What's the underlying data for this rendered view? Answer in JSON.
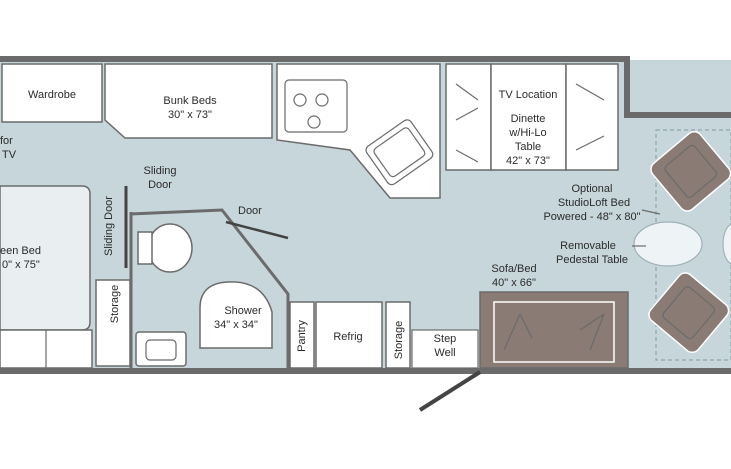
{
  "floorplan": {
    "colors": {
      "floor": "#c7d6db",
      "wall": "#6b6b6b",
      "cabinet": "#ffffff",
      "seat": "#8a7b74"
    },
    "rooms": {
      "wardrobe": "Wardrobe",
      "bunk_beds": "Bunk Beds",
      "bunk_beds_size": "30\" x 73\"",
      "tv_for_1": "for",
      "tv_for_2": "TV",
      "sliding_door_upper_1": "Sliding",
      "sliding_door_upper_2": "Door",
      "sliding_door_vertical": "Sliding Door",
      "door": "Door",
      "queen_bed": "een Bed",
      "queen_bed_size": "0\" x 75\"",
      "storage_left": "Storage",
      "shower": "Shower",
      "shower_size": "34\" x 34\"",
      "pantry": "Pantry",
      "refrig": "Refrig",
      "storage_mid": "Storage",
      "step_well_1": "Step",
      "step_well_2": "Well",
      "tv_location": "TV Location",
      "dinette_1": "Dinette",
      "dinette_2": "w/Hi-Lo",
      "dinette_3": "Table",
      "dinette_size": "42\" x 73\"",
      "loft_1": "Optional",
      "loft_2": "StudioLoft Bed",
      "loft_3": "Powered - 48\" x 80\"",
      "pedestal_1": "Removable",
      "pedestal_2": "Pedestal Table",
      "sofa": "Sofa/Bed",
      "sofa_size": "40\" x 66\""
    }
  }
}
